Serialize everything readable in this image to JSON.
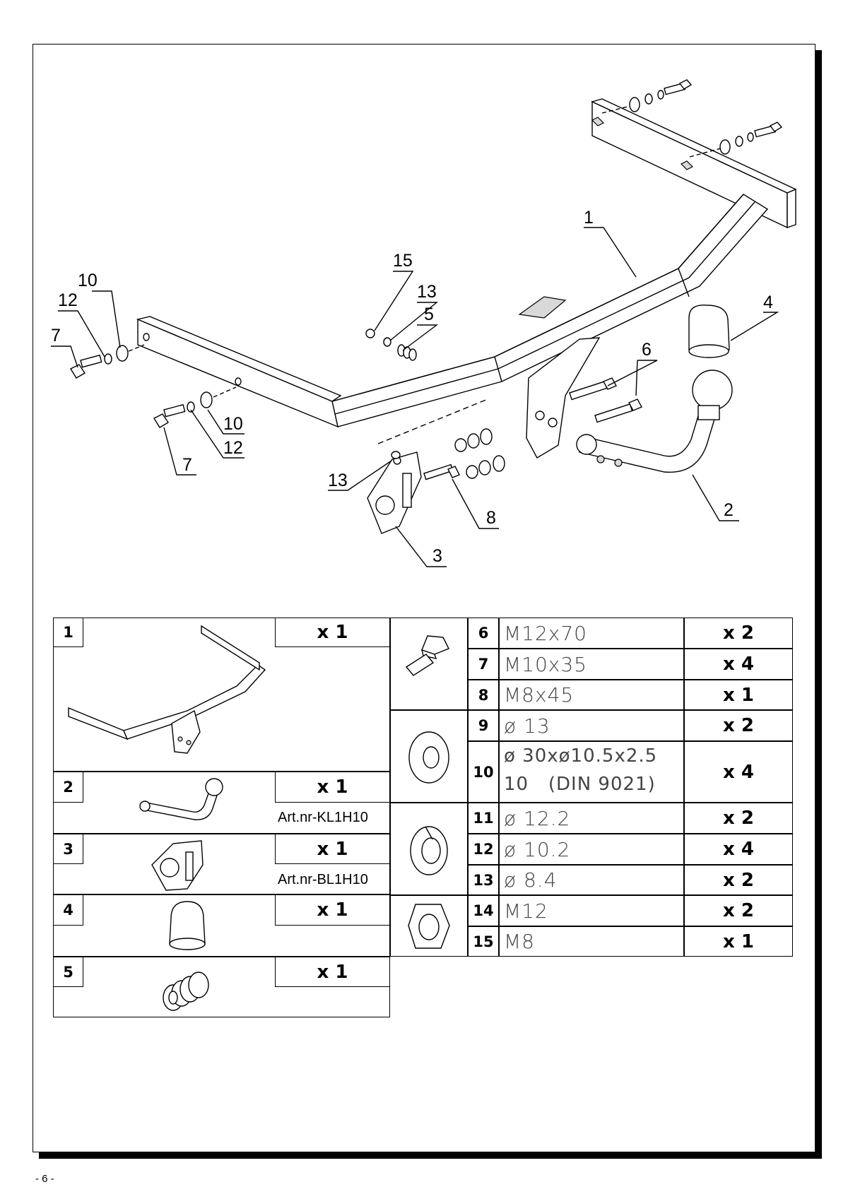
{
  "callouts": {
    "c1": "1",
    "c2": "2",
    "c3": "3",
    "c4": "4",
    "c5": "5",
    "c6": "6",
    "c7a": "7",
    "c7b": "7",
    "c8": "8",
    "c10a": "10",
    "c10b": "10",
    "c12a": "12",
    "c12b": "12",
    "c13a": "13",
    "c13b": "13",
    "c15": "15"
  },
  "parts_left": [
    {
      "num": "1",
      "qty": "x 1",
      "icon": "tow-bar-frame-icon"
    },
    {
      "num": "2",
      "qty": "x 1",
      "art": "Art.nr-KL1H10",
      "icon": "ball-neck-icon"
    },
    {
      "num": "3",
      "qty": "x 1",
      "art": "Art.nr-BL1H10",
      "icon": "socket-plate-icon"
    },
    {
      "num": "4",
      "qty": "x 1",
      "icon": "ball-cap-icon"
    },
    {
      "num": "5",
      "qty": "x 1",
      "icon": "spring-icon"
    }
  ],
  "parts_right": [
    {
      "num": "6",
      "spec": "M12x70",
      "qty": "x 2"
    },
    {
      "num": "7",
      "spec": "M10x35",
      "qty": "x 4"
    },
    {
      "num": "8",
      "spec": "M8x45",
      "qty": "x 1"
    },
    {
      "num": "9",
      "spec": "ø 13",
      "qty": "x 2"
    },
    {
      "num": "10",
      "spec": "ø 30xø10.5x2.5",
      "spec_line2": "10   (DIN 9021)",
      "qty": "x 4"
    },
    {
      "num": "11",
      "spec": "ø 12.2",
      "qty": "x 2"
    },
    {
      "num": "12",
      "spec": "ø 10.2",
      "qty": "x 4"
    },
    {
      "num": "13",
      "spec": "ø 8.4",
      "qty": "x 2"
    },
    {
      "num": "14",
      "spec": "M12",
      "qty": "x 2"
    },
    {
      "num": "15",
      "spec": "M8",
      "qty": "x 1"
    }
  ],
  "page_number": "- 6 -"
}
